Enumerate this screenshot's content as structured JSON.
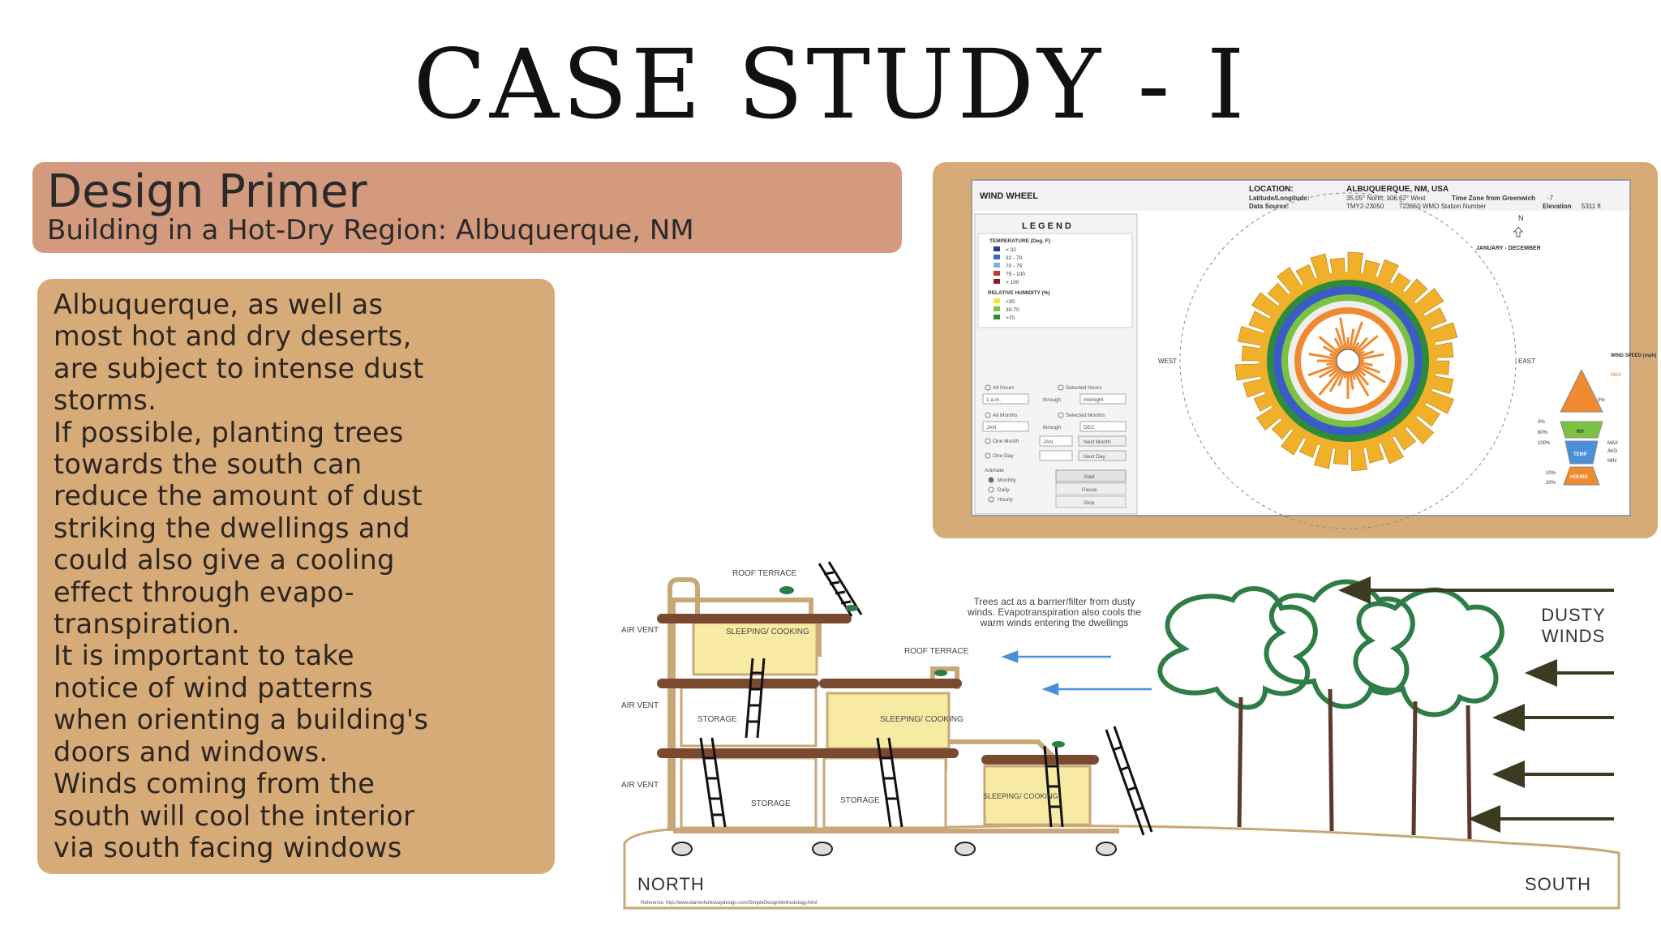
{
  "title": "CASE STUDY - I",
  "primer": {
    "title": "Design Primer",
    "subtitle": "Building in a Hot-Dry Region: Albuquerque, NM"
  },
  "body_lines": [
    "Albuquerque, as well as",
    "most hot and dry deserts,",
    "are subject to intense dust",
    "storms.",
    "If possible, planting trees",
    "towards the south can",
    "reduce the amount of dust",
    "striking the dwellings and",
    "could also give a cooling",
    "effect through evapo-",
    "transpiration.",
    "It is important to take",
    "notice of wind patterns",
    "when orienting a building's",
    "doors and windows.",
    "Winds coming from the",
    "south will cool the interior",
    "via south facing windows"
  ],
  "wind_wheel": {
    "header": "WIND WHEEL",
    "location_label": "LOCATION:",
    "location_value": "ALBUQUERQUE, NM, USA",
    "latlong_label": "Latitude/Longitude:",
    "latlong_value": "35.05° North, 106.62° West",
    "timezone_label": "Time Zone from Greenwich",
    "timezone_value": "-7",
    "source_label": "Data Source:",
    "source_value": "TMY2-23050",
    "wmo_value": "723650 WMO Station Number",
    "elevation_label": "Elevation",
    "elevation_value": "5311 ft",
    "legend_title": "LEGEND",
    "temp_title": "TEMPERATURE (Deg. F)",
    "temp_items": [
      "< 32",
      "32 - 70",
      "70 - 75",
      "75 - 100",
      "> 100"
    ],
    "temp_colors": [
      "#2a3b8f",
      "#3d67c9",
      "#7fb2e0",
      "#c0392b",
      "#8b1a1a"
    ],
    "rh_title": "RELATIVE HUMIDITY (%)",
    "rh_items": [
      "<30",
      "30-70",
      ">70"
    ],
    "rh_colors": [
      "#f1e24a",
      "#7cc242",
      "#2e8b3a"
    ],
    "month_range": "JANUARY - DECEMBER",
    "north": "N",
    "west": "WEST",
    "east": "EAST",
    "ctrl_all_hours": "All Hours",
    "ctrl_selected_hours": "Selected Hours",
    "ctrl_all_months": "All Months",
    "ctrl_selected_months": "Selected Months",
    "ctrl_one_month": "One Month",
    "ctrl_one_day": "One Day",
    "ctrl_through": "through",
    "ctrl_hour_start": "1 a.m.",
    "ctrl_hour_end": "midnight",
    "ctrl_month_start": "JAN",
    "ctrl_month_end": "DEC",
    "ctrl_next_month": "Next Month",
    "ctrl_next_day": "Next Day",
    "ctrl_animate": "Animate",
    "ctrl_monthly": "Monthly",
    "ctrl_daily": "Daily",
    "ctrl_hourly": "Hourly",
    "ctrl_start": "Start",
    "ctrl_pause": "Pause",
    "ctrl_stop": "Stop",
    "speed_title": "WIND SPEED (mph)",
    "scale_max": "MAX",
    "scale_avg": "AVG",
    "scale_min": "MIN",
    "scale_rh": "RH",
    "scale_temp": "TEMP",
    "scale_hours": "HOURS",
    "pct_0": "0%",
    "pct_80": "80%",
    "pct_100": "100%",
    "pct_10": "10%",
    "pct_20": "20%"
  },
  "diagram": {
    "roof_terrace_1": "ROOF TERRACE",
    "roof_terrace_2": "ROOF TERRACE",
    "air_vent": "AIR VENT",
    "sleeping_cooking": "SLEEPING/ COOKING",
    "storage": "STORAGE",
    "tree_note": "Trees act as a barrier/filter from dusty winds. Evapotranspiration also cools the warm winds entering the dwellings",
    "dusty_winds": "DUSTY WINDS",
    "north": "NORTH",
    "south": "SOUTH",
    "reference": "Reference: http://www.darrenhollowaydesign.com/SimpleDesignMethodology.html"
  },
  "colors": {
    "primer_bg": "#d49a7e",
    "box_bg": "#d7ab78",
    "room_fill": "#f7eba4",
    "wall": "#c9a878",
    "slab": "#7a4a30",
    "tree": "#2e7d46",
    "arrow": "#3d3a22",
    "wind_arrow": "#4a8fd8"
  }
}
